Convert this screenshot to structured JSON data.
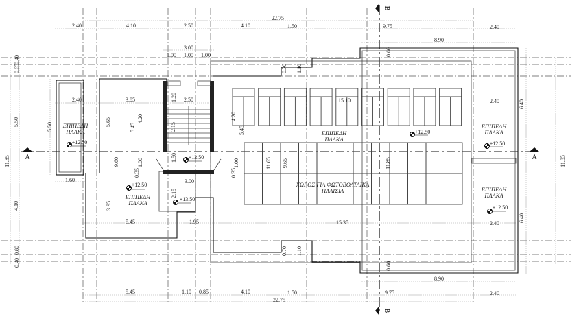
{
  "drawing": {
    "top_dims": [
      "2.40",
      "4.10",
      "2.50",
      "4.10",
      "1.50",
      "9.75",
      "2.40"
    ],
    "top_total": "22.75",
    "stair_dims": [
      "3.00",
      "1.00",
      "1.00",
      "1.00"
    ],
    "right_top_width": "8.90",
    "left_vertical": [
      "0.65",
      "0.40",
      "5.50",
      "11.85",
      "4.10",
      "0.40",
      "0.80"
    ],
    "right_vertical": [
      "11.85",
      "6.40",
      "6.40"
    ],
    "inner_dims": [
      "2.40",
      "3.85",
      "5.50",
      "5.65",
      "5.45",
      "4.20",
      "1.20",
      "2.50",
      "2.15",
      "1.50",
      "9.60",
      "1.00",
      "0.35",
      "15.10",
      "4.20",
      "5.45",
      "1.00",
      "0.35",
      "11.65",
      "9.65",
      "11.85",
      "2.40",
      "0.70",
      "1.10",
      "0.60"
    ],
    "lower_dims": [
      "1.60",
      "3.00",
      "2.15",
      "3.95",
      "5.45",
      "1.95",
      "15.35",
      "2.40",
      "0.70",
      "1.10",
      "0.60"
    ],
    "bottom_dims": [
      "5.45",
      "1.10",
      "0.85",
      "4.10",
      "1.50",
      "9.75",
      "2.40"
    ],
    "bottom_total": "22.75",
    "right_bottom_width": "8.90",
    "elevations": [
      "+12.50",
      "+12.50",
      "+12.50",
      "+12.50",
      "+12.50",
      "+12.50",
      "+13.50"
    ],
    "flat_slab_line1": "ΕΠΙΠΕΔΗ",
    "flat_slab_line2": "ΠΛΑΚΑ",
    "pv_area_line1": "ΧΩΡΟΣ ΓΙΑ ΦΩΤΟΒΟΛΤΑΪΚΑ",
    "pv_area_line2": "ΠΛΑΙΣΙΑ",
    "section_a": "A",
    "section_b": "B"
  }
}
